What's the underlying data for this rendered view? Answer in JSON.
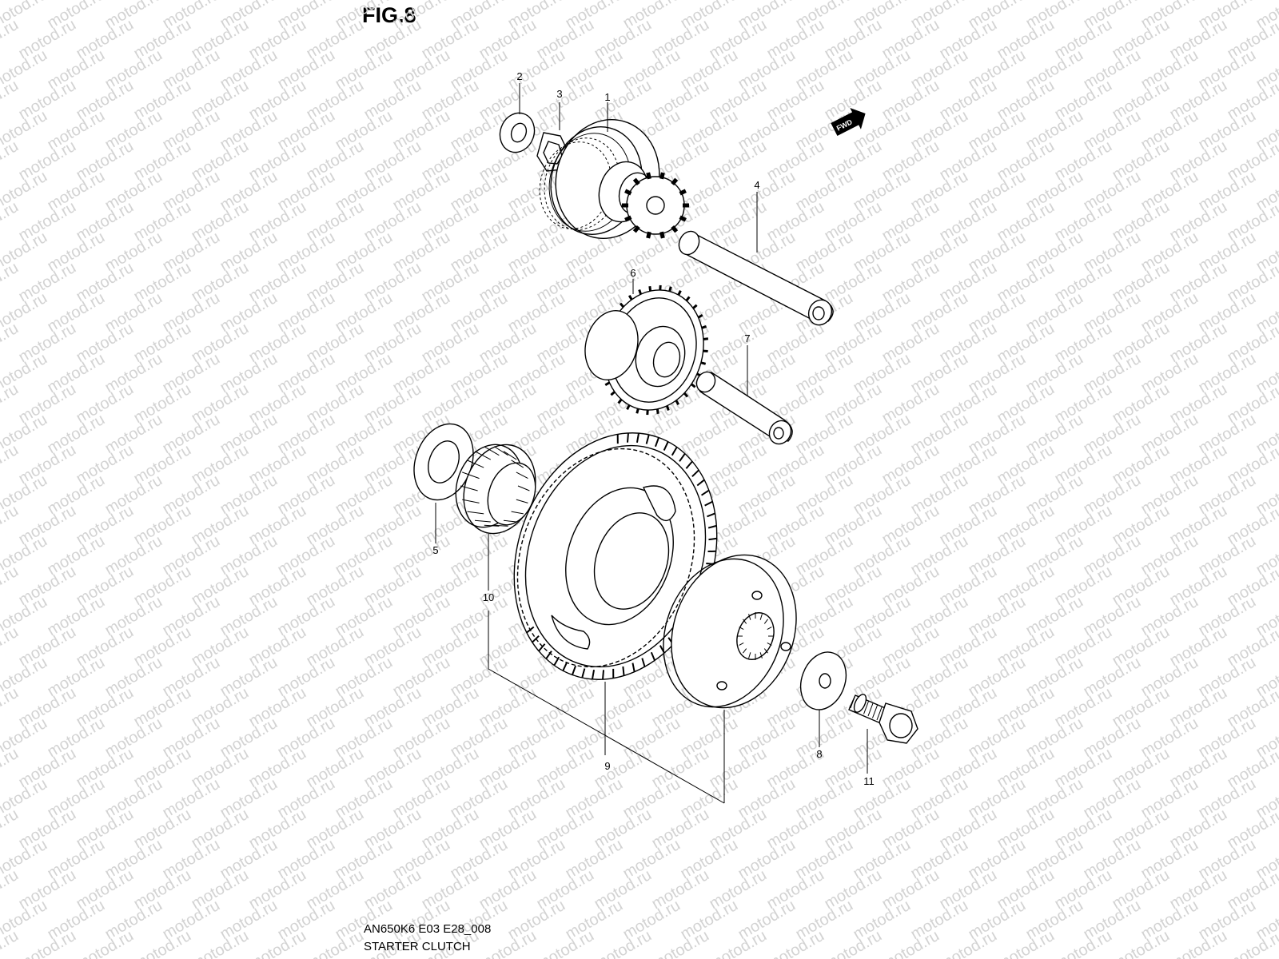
{
  "figure": {
    "title": "FIG.8",
    "code": "AN650K6 E03 E28_008",
    "name": "STARTER CLUTCH"
  },
  "watermark": "motod.ru",
  "direction_marker": "FWD",
  "callouts": [
    "1",
    "2",
    "3",
    "4",
    "5",
    "6",
    "7",
    "8",
    "9",
    "10",
    "11"
  ]
}
